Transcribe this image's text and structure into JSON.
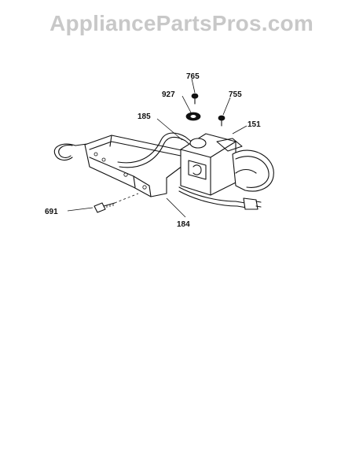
{
  "watermark": "AppliancePartsPros.com",
  "callouts": [
    {
      "id": "p765",
      "label": "765"
    },
    {
      "id": "p927",
      "label": "927"
    },
    {
      "id": "p755",
      "label": "755"
    },
    {
      "id": "p185",
      "label": "185"
    },
    {
      "id": "p151",
      "label": "151"
    },
    {
      "id": "p691",
      "label": "691"
    },
    {
      "id": "p184",
      "label": "184"
    }
  ]
}
